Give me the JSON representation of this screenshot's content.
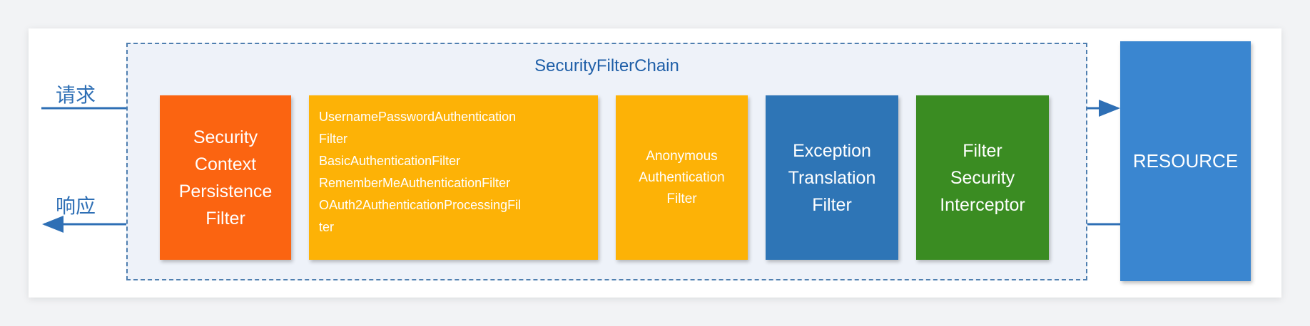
{
  "chain": {
    "title": "SecurityFilterChain"
  },
  "side_labels": {
    "request": "请求",
    "response": "响应"
  },
  "filters": [
    {
      "lines": [
        "Security",
        "Context",
        "Persistence",
        "Filter"
      ]
    },
    {
      "lines": [
        "UsernamePasswordAuthentication",
        "Filter",
        "BasicAuthenticationFilter",
        "RememberMeAuthenticationFilter",
        "OAuth2AuthenticationProcessingFil",
        "ter"
      ]
    },
    {
      "lines": [
        "Anonymous",
        "Authentication",
        "Filter"
      ]
    },
    {
      "lines": [
        "Exception",
        "Translation",
        "Filter"
      ]
    },
    {
      "lines": [
        "Filter",
        "Security",
        "Interceptor"
      ]
    }
  ],
  "resource": {
    "label": "RESOURCE"
  },
  "colors": {
    "chain_border": "#4f7fb0",
    "orange_filter": "#fb6411",
    "yellow_filter": "#fdb206",
    "blue_filter": "#2e75b6",
    "green_filter": "#3a8c22",
    "resource": "#3a86d0",
    "arrow": "#2e6fb5"
  }
}
